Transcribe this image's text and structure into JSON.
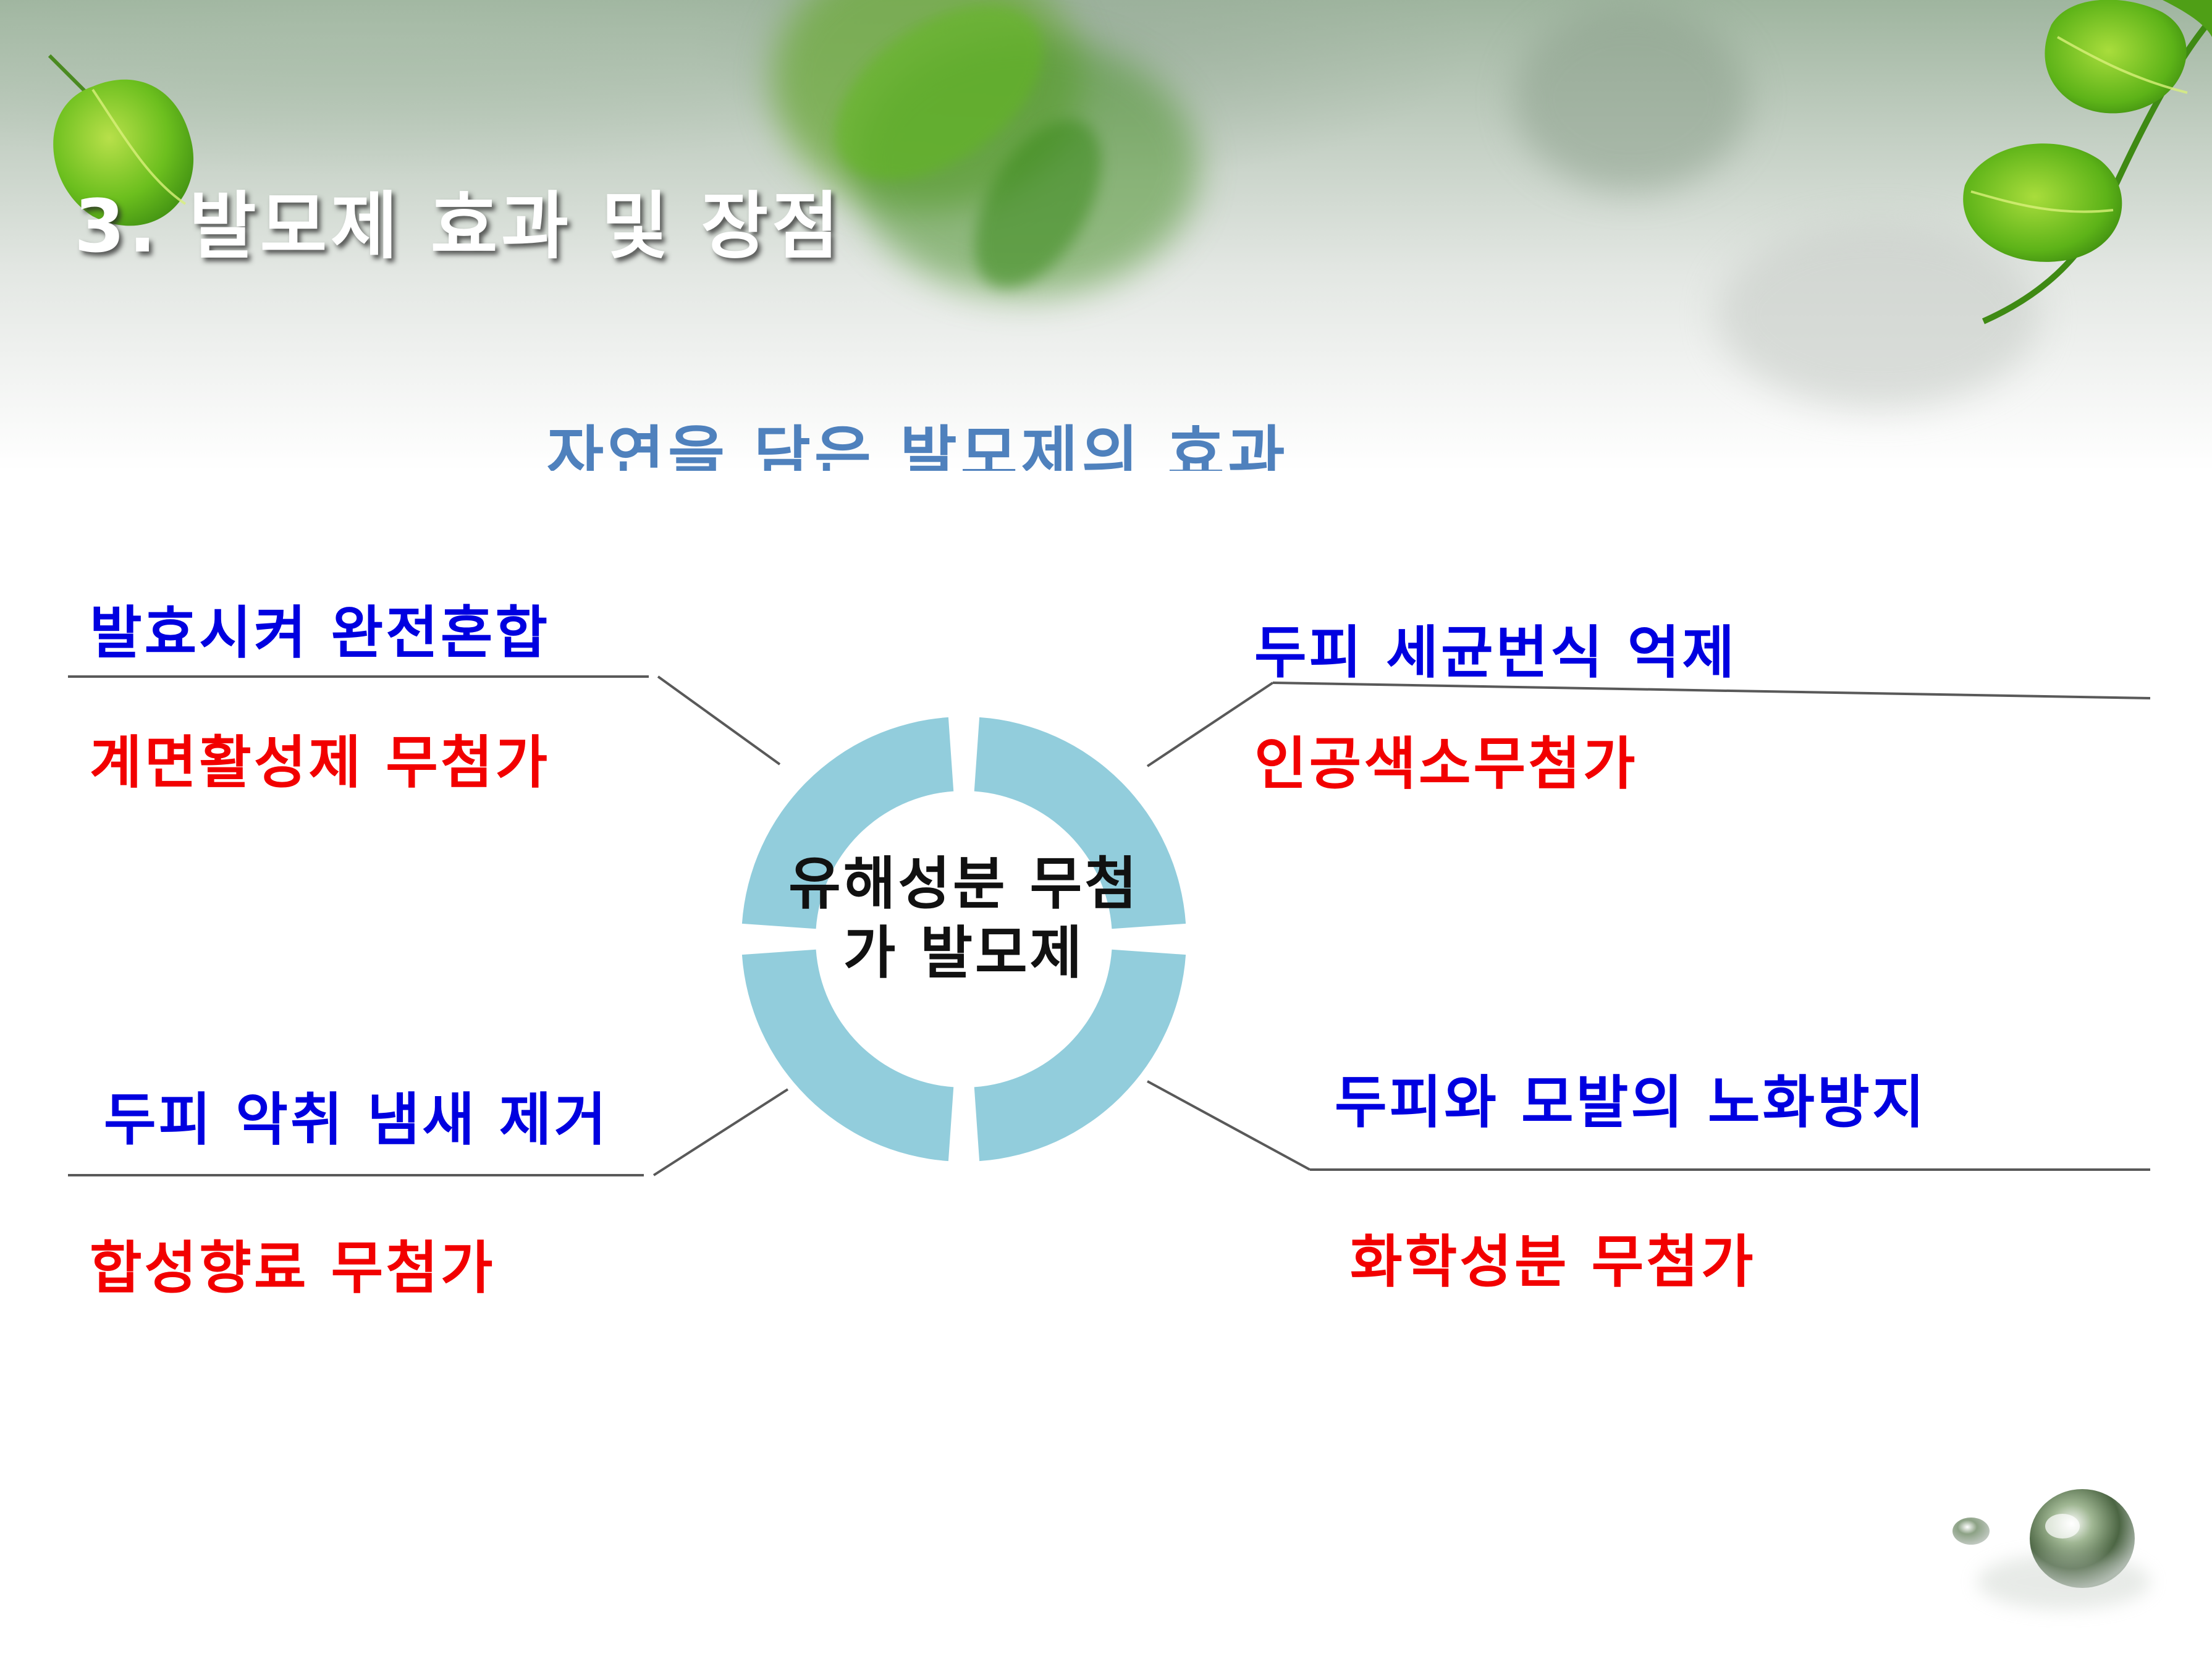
{
  "slide": {
    "title": "3. 발모제 효과 및 장점",
    "subtitle": "자연을 담은 발모제의 효과"
  },
  "center": {
    "line1": "유해성분 무첨",
    "line2": "가 발모제"
  },
  "branches": {
    "top_left": {
      "heading": "발효시켜 완전혼합",
      "detail": "계면활성제 무첨가"
    },
    "top_right": {
      "heading": "두피 세균번식 억제",
      "detail": "인공색소무첨가"
    },
    "bottom_left": {
      "heading": "두피 악취 냄새 제거",
      "detail": "합성향료 무첨가"
    },
    "bottom_right": {
      "heading": "두피와 모발의 노화방지",
      "detail": "화학성분 무첨가"
    }
  },
  "colors": {
    "heading": "#0000e0",
    "detail": "#f20000",
    "subtitle": "#4f81bd",
    "ring": "#92cddc",
    "connector": "#595959"
  }
}
